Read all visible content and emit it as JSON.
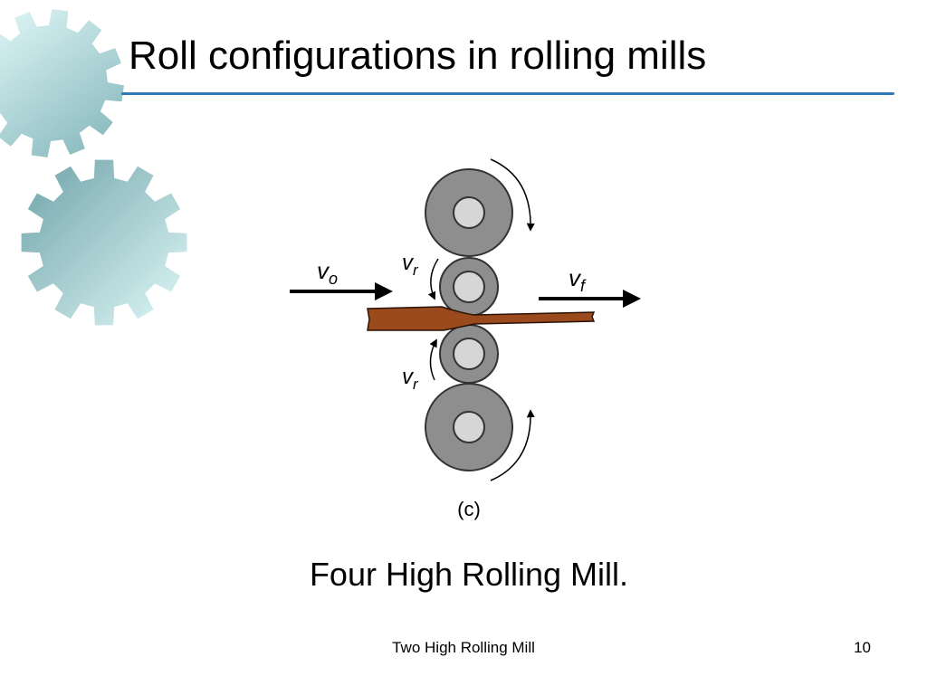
{
  "slide": {
    "title": "Roll configurations in rolling mills",
    "caption": "Four High Rolling Mill.",
    "footer": "Two High Rolling Mill",
    "page_number": "10"
  },
  "diagram": {
    "labels": {
      "entry_velocity": "v",
      "entry_velocity_sub": "o",
      "exit_velocity": "v",
      "exit_velocity_sub": "f",
      "roll_velocity_top": "v",
      "roll_velocity_top_sub": "r",
      "roll_velocity_bottom": "v",
      "roll_velocity_bottom_sub": "r",
      "panel": "(c)"
    }
  },
  "colors": {
    "accent_rule": "#2f7ab8",
    "roll_fill": "#8e8e8e",
    "roll_core": "#d6d6d6",
    "strip_fill": "#9a4a1c",
    "gear_light": "#d9f7f7",
    "gear_dark": "#7fb6ba"
  }
}
